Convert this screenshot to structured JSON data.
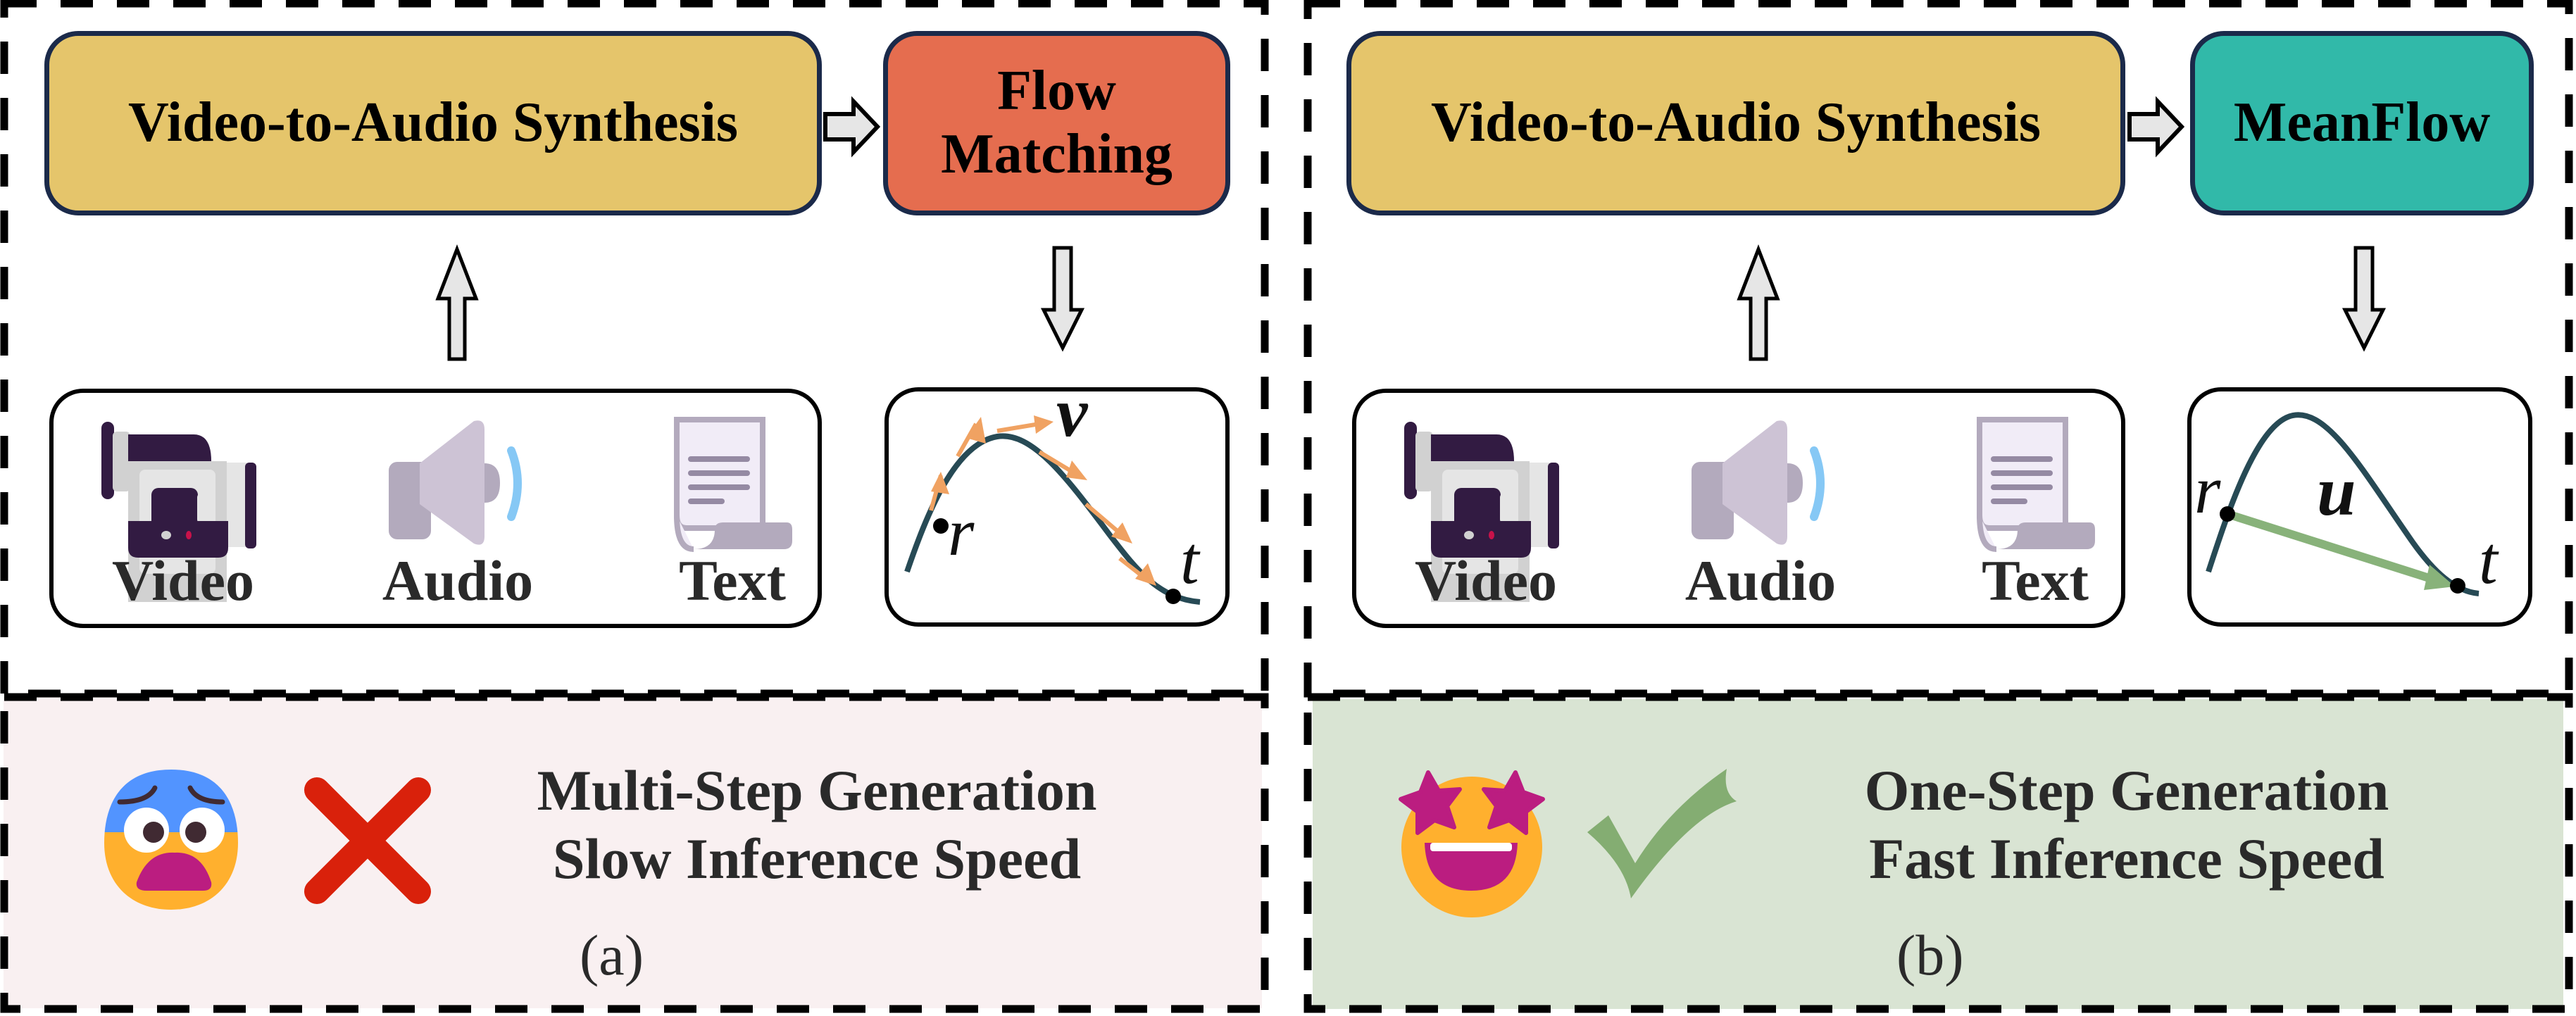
{
  "panels": [
    {
      "id": "a",
      "caption": "(a)",
      "synthesis_label": "Video-to-Audio Synthesis",
      "method_label": "Flow Matching",
      "method_label_lines": [
        "Flow",
        "Matching"
      ],
      "method_color": "#e56d4f",
      "modalities": [
        {
          "label": "Video",
          "icon": "video-camera-icon"
        },
        {
          "label": "Audio",
          "icon": "speaker-icon"
        },
        {
          "label": "Text",
          "icon": "document-icon"
        }
      ],
      "trajectory": {
        "start_label": "r",
        "end_label": "t",
        "vector_label": "v",
        "vector_color": "#f0a262"
      },
      "summary_lines": [
        "Multi-Step Generation",
        "Slow Inference Speed"
      ],
      "summary_bg": "#f9f0f1",
      "emoji": "fearful-face-icon",
      "mark": "red-cross-icon",
      "mark_color": "#d9210b"
    },
    {
      "id": "b",
      "caption": "(b)",
      "synthesis_label": "Video-to-Audio Synthesis",
      "method_label": "MeanFlow",
      "method_label_lines": [
        "MeanFlow"
      ],
      "method_color": "#31b9a9",
      "modalities": [
        {
          "label": "Video",
          "icon": "video-camera-icon"
        },
        {
          "label": "Audio",
          "icon": "speaker-icon"
        },
        {
          "label": "Text",
          "icon": "document-icon"
        }
      ],
      "trajectory": {
        "start_label": "r",
        "end_label": "t",
        "vector_label": "u",
        "vector_color": "#88b27a"
      },
      "summary_lines": [
        "One-Step Generation",
        "Fast Inference Speed"
      ],
      "summary_bg": "#d9e4d3",
      "emoji": "star-struck-face-icon",
      "mark": "green-check-icon",
      "mark_color": "#84ad72"
    }
  ],
  "colors": {
    "synthesis_box": "#e5c56b",
    "box_border": "#1b2a4a",
    "curve": "#274a55",
    "arrow_fill": "#e6e6e6"
  }
}
